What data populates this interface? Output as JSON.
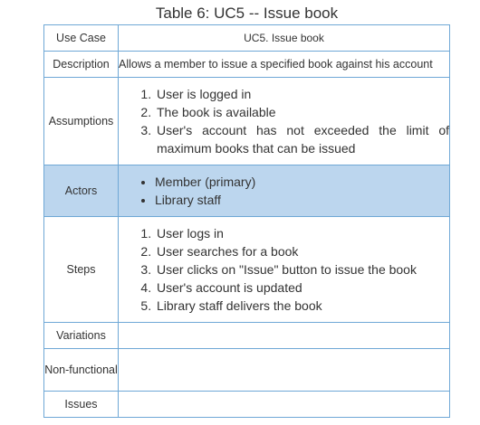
{
  "caption": "Table 6: UC5 -- Issue book",
  "rows": {
    "use_case": {
      "label": "Use Case",
      "value": "UC5. Issue book"
    },
    "description": {
      "label": "Description",
      "value": "Allows a member to issue a specified book against his account"
    },
    "assumptions": {
      "label": "Assumptions",
      "items": [
        "User is logged in",
        "The book is available",
        "User's account has not exceeded the limit of maximum books that can be issued"
      ]
    },
    "actors": {
      "label": "Actors",
      "items": [
        "Member (primary)",
        "Library staff"
      ]
    },
    "steps": {
      "label": "Steps",
      "items": [
        "User logs in",
        "User searches for a book",
        "User clicks on \"Issue\" button to issue the book",
        "User's account is updated",
        "Library staff delivers the book"
      ]
    },
    "variations": {
      "label": "Variations",
      "value": ""
    },
    "non_functional": {
      "label": "Non-functional",
      "value": ""
    },
    "issues": {
      "label": "Issues",
      "value": ""
    }
  },
  "colors": {
    "border": "#6fa8d6",
    "highlight_row": "#bcd6ee",
    "text": "#333333"
  }
}
